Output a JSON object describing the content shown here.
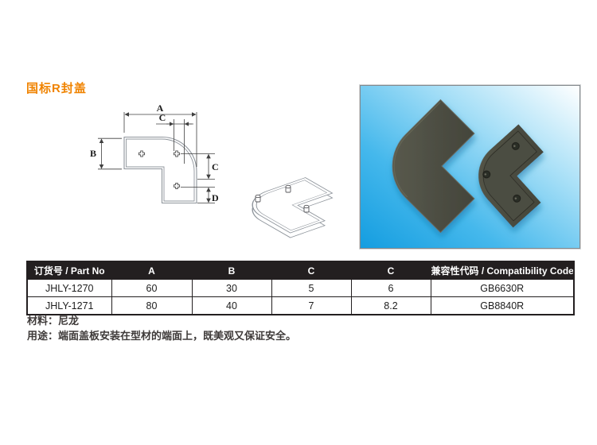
{
  "page": {
    "title": "国标R封盖"
  },
  "colors": {
    "accent_orange": "#f08300",
    "table_header_bg": "#231f20",
    "photo_blue": "#149de0",
    "cap_dark": "#4a4b41"
  },
  "drawing": {
    "labels": {
      "a": "A",
      "c_top": "C",
      "b": "B",
      "c_right": "C",
      "d": "D"
    }
  },
  "table": {
    "headers": [
      "订货号 / Part No",
      "A",
      "B",
      "C",
      "C",
      "兼容性代码 / Compatibility Code"
    ],
    "rows": [
      {
        "cells": [
          "JHLY-1270",
          "60",
          "30",
          "5",
          "6",
          "GB6630R"
        ]
      },
      {
        "cells": [
          "JHLY-1271",
          "80",
          "40",
          "7",
          "8.2",
          "GB8840R"
        ]
      }
    ]
  },
  "notes": {
    "material": "材料：尼龙",
    "usage": "用途：端面盖板安装在型材的端面上，既美观又保证安全。"
  }
}
